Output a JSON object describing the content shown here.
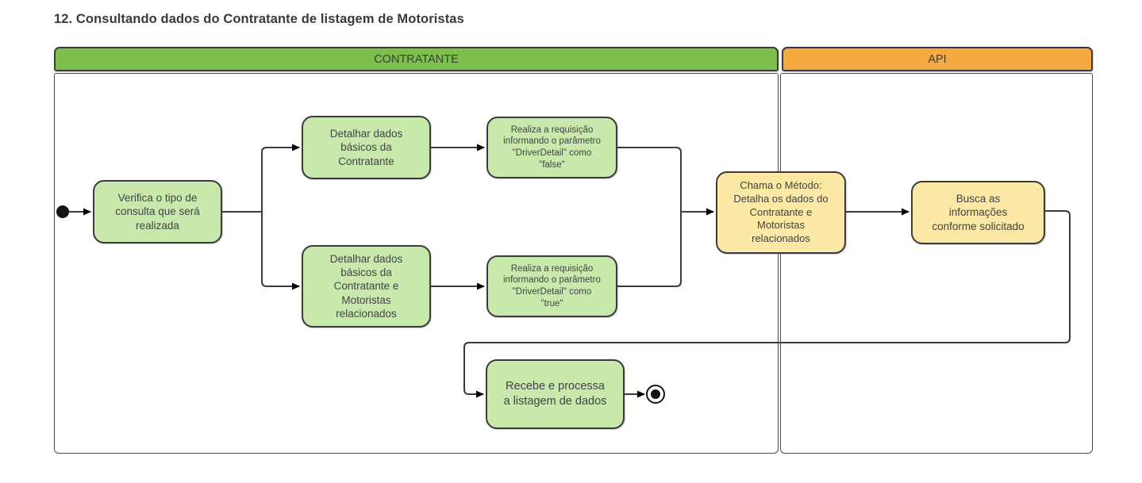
{
  "title": "12. Consultando dados do Contratante de listagem de Motoristas",
  "lanes": {
    "contratante": {
      "label": "CONTRATANTE",
      "color": "#7dbf4b"
    },
    "api": {
      "label": "API",
      "color": "#f6a841"
    }
  },
  "nodes": {
    "verifica": {
      "label": "Verifica o tipo de\nconsulta que será\nrealizada",
      "type": "action",
      "fill": "#c9e8ac"
    },
    "detalhar_basicos": {
      "label": "Detalhar dados\nbásicos da\nContratante",
      "type": "action",
      "fill": "#c9e8ac"
    },
    "requisicao_false": {
      "label": "Realiza a requisição\ninformando o parâmetro\n\"DriverDetail\" como\n\"false\"",
      "type": "action",
      "fill": "#c9e8ac"
    },
    "detalhar_completos": {
      "label": "Detalhar dados\nbásicos da\nContratante e\nMotoristas\nrelacionados",
      "type": "action",
      "fill": "#c9e8ac"
    },
    "requisicao_true": {
      "label": "Realiza a requisição\ninformando o parâmetro\n\"DriverDetail\" como\n\"true\"",
      "type": "action",
      "fill": "#c9e8ac"
    },
    "chama_metodo": {
      "label": "Chama o Método:\nDetalha os dados do\nContratante e\nMotoristas\nrelacionados",
      "type": "action",
      "fill": "#fbe8a4"
    },
    "busca_informacoes": {
      "label": "Busca as\ninformações\nconforme solicitado",
      "type": "action",
      "fill": "#fbe8a4"
    },
    "recebe_processa": {
      "label": "Recebe e processa\na listagem de dados",
      "type": "action",
      "fill": "#c9e8ac"
    }
  },
  "terminators": {
    "start": "initial-node",
    "end": "final-node"
  },
  "colors": {
    "lane_green": "#7dbf4b",
    "lane_orange": "#f6a841",
    "node_green_fill": "#c9e8ac",
    "node_yellow_fill": "#fbe8a4",
    "border_dark": "#3b3b3b",
    "text_dark": "#404447",
    "arrow_black": "#000000",
    "background": "#ffffff"
  }
}
